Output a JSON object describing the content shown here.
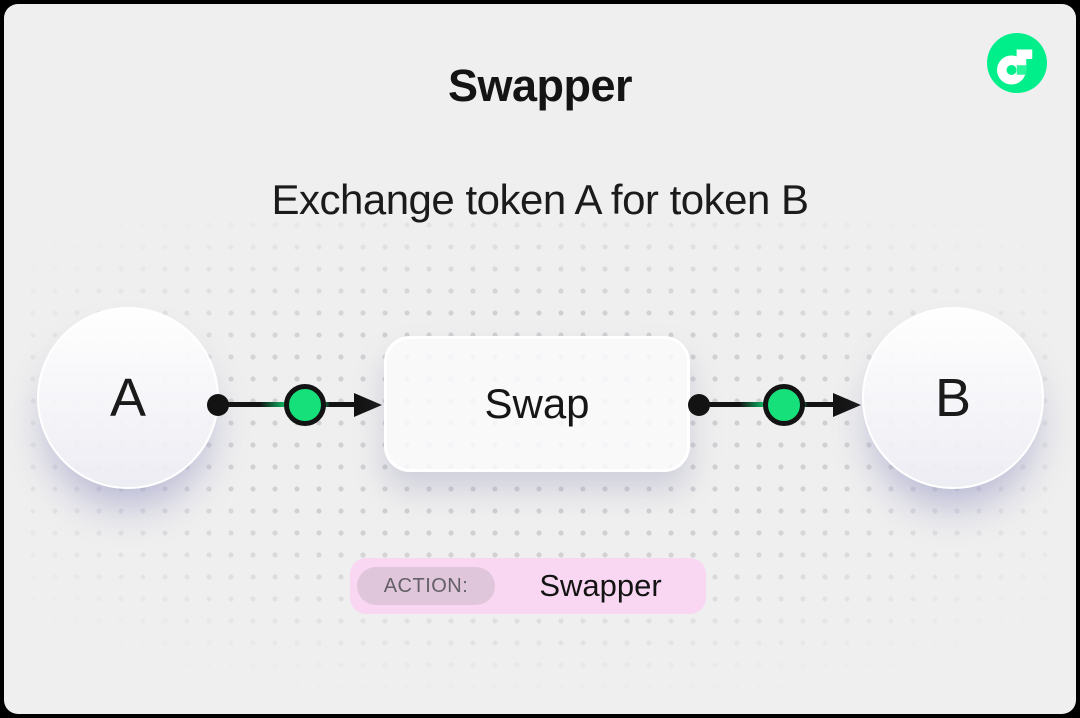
{
  "window": {
    "frame_color": "#000000",
    "card_bg": "#efefef"
  },
  "header": {
    "title": "Swapper",
    "subtitle": "Exchange token A for token B"
  },
  "logo": {
    "name": "flow-logo",
    "circle_color": "#00ef8b",
    "glyph_color": "#ffffff",
    "notch_color": "#2bf59b"
  },
  "diagram": {
    "type": "flow",
    "nodes": [
      {
        "id": "token-a",
        "label": "A",
        "shape": "circle"
      },
      {
        "id": "swap",
        "label": "Swap",
        "shape": "rounded-rect"
      },
      {
        "id": "token-b",
        "label": "B",
        "shape": "circle"
      }
    ],
    "edges": [
      {
        "from": "token-a",
        "to": "swap"
      },
      {
        "from": "swap",
        "to": "token-b"
      }
    ],
    "edge_color": "#131313",
    "edge_accent_color": "#15e07a"
  },
  "badge": {
    "label": "ACTION:",
    "value": "Swapper",
    "bg_color": "#f9d7f3",
    "label_bg_color": "#e0c6da"
  }
}
